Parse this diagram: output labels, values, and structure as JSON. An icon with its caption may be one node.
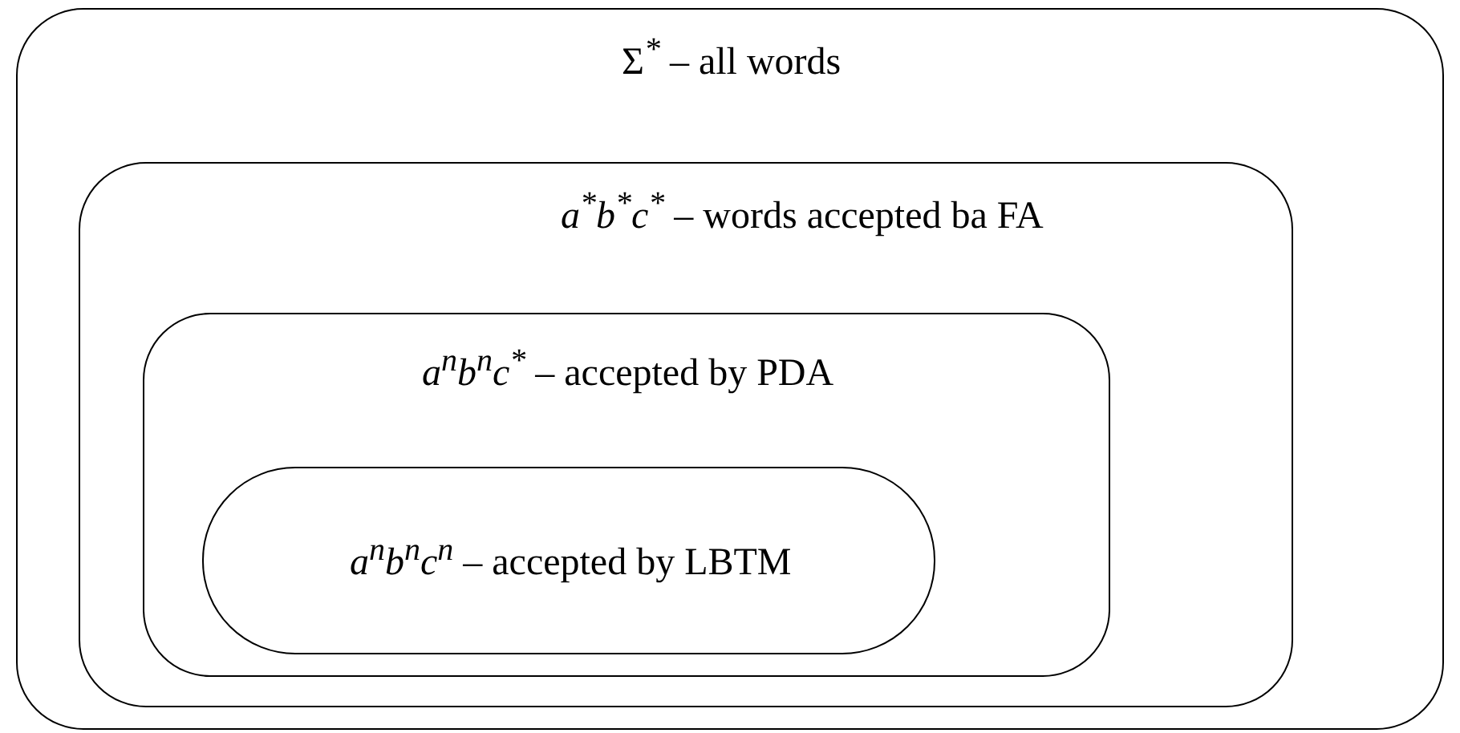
{
  "diagram": {
    "nodes": [
      {
        "text": [
          "Σ$^{*}$ – all words"
        ]
      },
      {
        "text": [
          "*a*$^{*}$*b*$^{*}$*c*$^{*}$ – words accepted ba FA"
        ],
        "in": 0
      },
      {
        "text": [
          "*a*$^{n}$*b*$^{n}$*c*$^{*}$ – accepted by PDA"
        ],
        "in": 1
      },
      {
        "text": [
          "*a*$^{n}$*b*$^{n}$*c*$^{n}$ – accepted by LBTM"
        ],
        "in": 2
      }
    ]
  }
}
